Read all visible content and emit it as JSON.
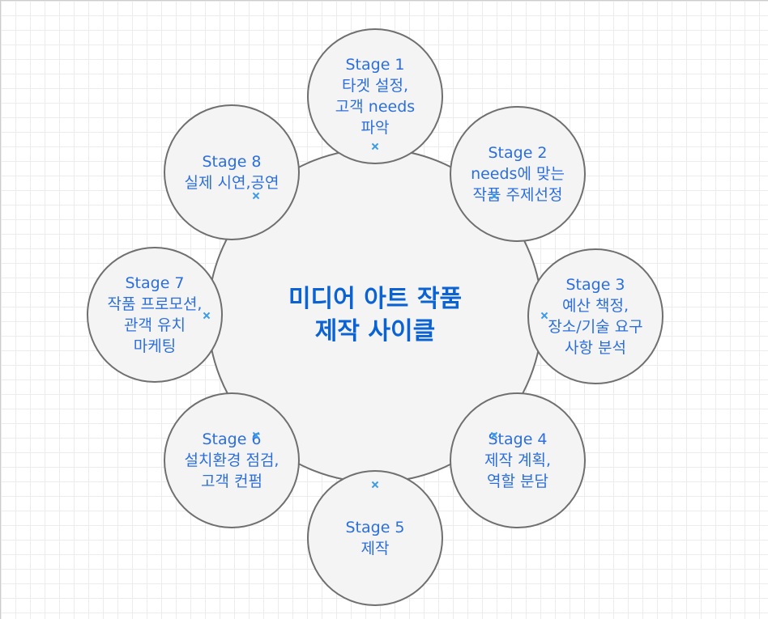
{
  "title": "미디어 아트 작품\n제작 사이클",
  "stages": [
    {
      "label": "Stage 1",
      "text": "타겟 설정,\n고객 needs\n파악"
    },
    {
      "label": "Stage 2",
      "text": "needs에 맞는\n작품 주제선정"
    },
    {
      "label": "Stage 3",
      "text": "예산 책정,\n장소/기술 요구\n사항 분석"
    },
    {
      "label": "Stage 4",
      "text": "제작 계획,\n역할 분담"
    },
    {
      "label": "Stage 5",
      "text": "제작"
    },
    {
      "label": "Stage 6",
      "text": "설치환경 점검,\n고객 컨펌"
    },
    {
      "label": "Stage 7",
      "text": "작품 프로모션,\n관객 유치\n마케팅"
    },
    {
      "label": "Stage 8",
      "text": "실제 시연,공연"
    }
  ],
  "colors": {
    "title": "#0b63d3",
    "stage_text": "#2c6fdc",
    "fill": "#f4f4f4",
    "stroke": "#6f6f6f"
  }
}
